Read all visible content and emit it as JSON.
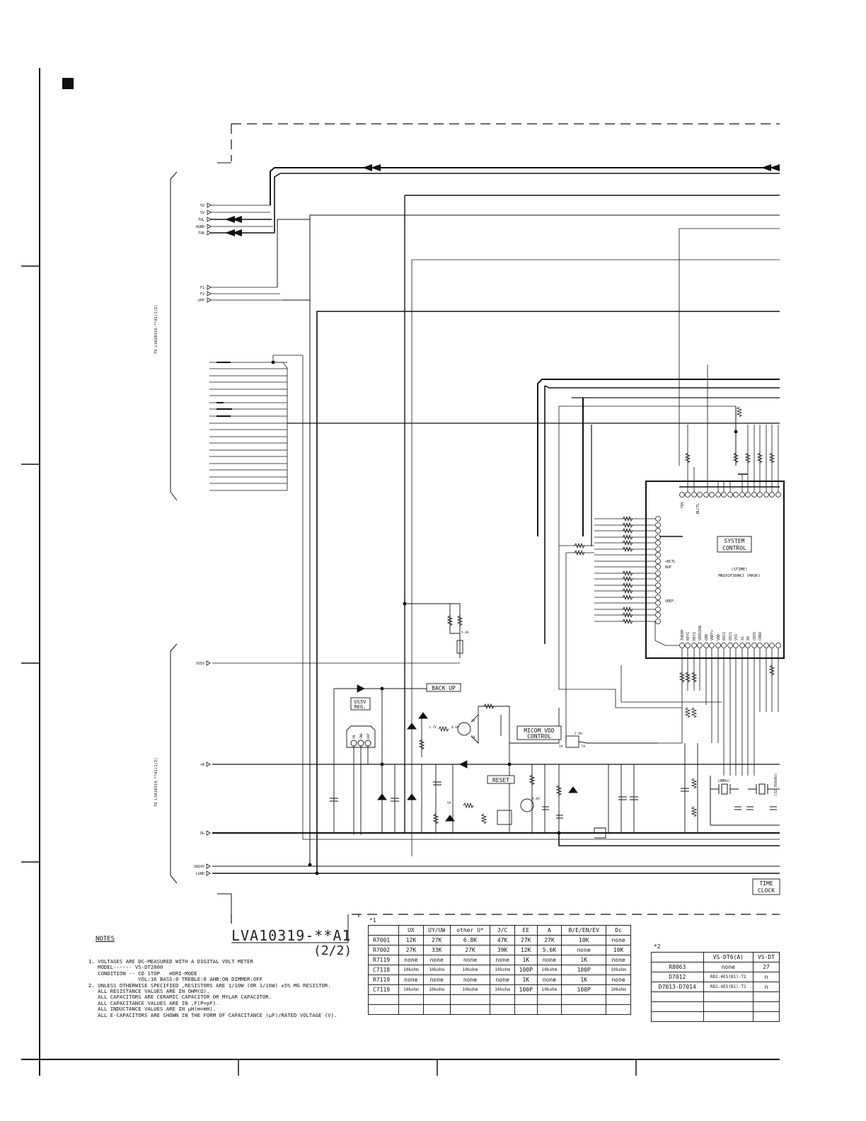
{
  "connectors": {
    "upper_text": "TO LVA10319-**A1(1/2)",
    "lower_text": "TO LVA10319-**A1(1/2)",
    "upper_pins": [
      "5V",
      "5V",
      "TUL",
      "AGND",
      "TUR",
      "F1",
      "F2",
      "-VPP"
    ],
    "lower_pins": [
      "US5V",
      "+B",
      "DG",
      "SW10V",
      "LGND"
    ]
  },
  "blocks": {
    "system_control": [
      "SYSTEM",
      "CONTROL"
    ],
    "ic_part": "MN101F30AKJ (MASK)",
    "ic_tag": "(STIME)",
    "backup": "BACK UP",
    "us5v_reg": [
      "US5V",
      "REG."
    ],
    "micom_vdd": [
      "MICOM VDD",
      "CONTROL"
    ],
    "reset": "RESET",
    "time_clock": [
      "TIME",
      "CLOCK"
    ],
    "reg_pins": [
      "IN",
      "GND",
      "OUT"
    ],
    "ic_left_labels": [
      "+BCTL",
      "BUP",
      "VREF-"
    ],
    "ic_top_labels": [
      "FDS",
      "BLCTL"
    ],
    "ic_bottom_labels": [
      "THERM",
      "KEY1",
      "KEY2",
      "VERSION",
      "GND",
      "VREF+",
      "VDD",
      "OSC2",
      "OSC1",
      "VSS",
      "X1",
      "X0",
      "CDTX",
      "CDRX"
    ],
    "crystal_labels": [
      "(8MHz)",
      "(32.768kHz)"
    ],
    "voltage_labels": [
      "5V",
      "2.9V",
      "3V",
      "4.8V",
      "1.7V",
      "0.6V",
      "5.8V",
      "2.8V"
    ]
  },
  "board": {
    "code": "LVA10319-**A1",
    "sheet": "(2/2)"
  },
  "notes": {
    "title": "NOTES",
    "lines": [
      "1. VOLTAGES ARE DC-MEASURED WITH A DIGITAL VOLT METER",
      "   MODEL------ VS-DT2000",
      "   CONDITION -- CD STOP   HORI-MODE",
      "                VOL:16 BASS:0 TREBLE:0 AHB:ON DIMMER:OFF",
      "2. UNLESS OTHERWISE SPECIFIED ,RESISTORS ARE 1/10W (OR 1/16W) ±5% MG RESISTOR.",
      "   ALL RESISTANCE VALUES ARE IN OHM(Ω).",
      "   ALL CAPACITORS ARE CERAMIC CAPACITOR OR MYLAR CAPACITOR.",
      "   ALL CAPACITANCE VALUES ARE IN ,F(P=pF).",
      "   ALL INDUCTANCE VALUES ARE IN μH(m=mH).",
      "   ALL E-CAPACITORS ARE SHOWN IN THE FORM OF CAPACITANCE (μF)/RATED VOLTAGE (V)."
    ]
  },
  "table1": {
    "mark": "*1",
    "headers": [
      "",
      "UX",
      "UY/UW",
      "other U*",
      "J/C",
      "EE",
      "A",
      "B/E/EN/EV",
      "Dc"
    ],
    "rows": [
      [
        "R7001",
        "12K",
        "27K",
        "6.8K",
        "47K",
        "27K",
        "27K",
        "10K",
        "none"
      ],
      [
        "R7002",
        "27K",
        "33K",
        "27K",
        "39K",
        "12K",
        "5.6K",
        "none",
        "10K"
      ],
      [
        "R7119",
        "none",
        "none",
        "none",
        "none",
        "1K",
        "none",
        "1K",
        "none"
      ],
      [
        "C7118",
        "10kohm",
        "10kohm",
        "10kohm",
        "10kohm",
        "100P",
        "10kohm",
        "100P",
        "10kohm"
      ],
      [
        "R7119",
        "none",
        "none",
        "none",
        "none",
        "1K",
        "none",
        "1K",
        "none"
      ],
      [
        "C7119",
        "10kohm",
        "10kohm",
        "10kohm",
        "10kohm",
        "100P",
        "10kohm",
        "100P",
        "10kohm"
      ],
      [
        "",
        "",
        "",
        "",
        "",
        "",
        "",
        "",
        ""
      ],
      [
        "",
        "",
        "",
        "",
        "",
        "",
        "",
        "",
        ""
      ]
    ]
  },
  "table2": {
    "mark": "*2",
    "headers": [
      "",
      "VS-DT6(A)",
      "VS-DT"
    ],
    "rows": [
      [
        "R8063",
        "none",
        "27"
      ],
      [
        "D7012",
        "RD2.4ES(B1)-T2",
        "n"
      ],
      [
        "D7013-D7014",
        "RD2.4ES(B1)-T2",
        "n"
      ],
      [
        "",
        "",
        ""
      ],
      [
        "",
        "",
        ""
      ],
      [
        "",
        "",
        ""
      ]
    ]
  }
}
